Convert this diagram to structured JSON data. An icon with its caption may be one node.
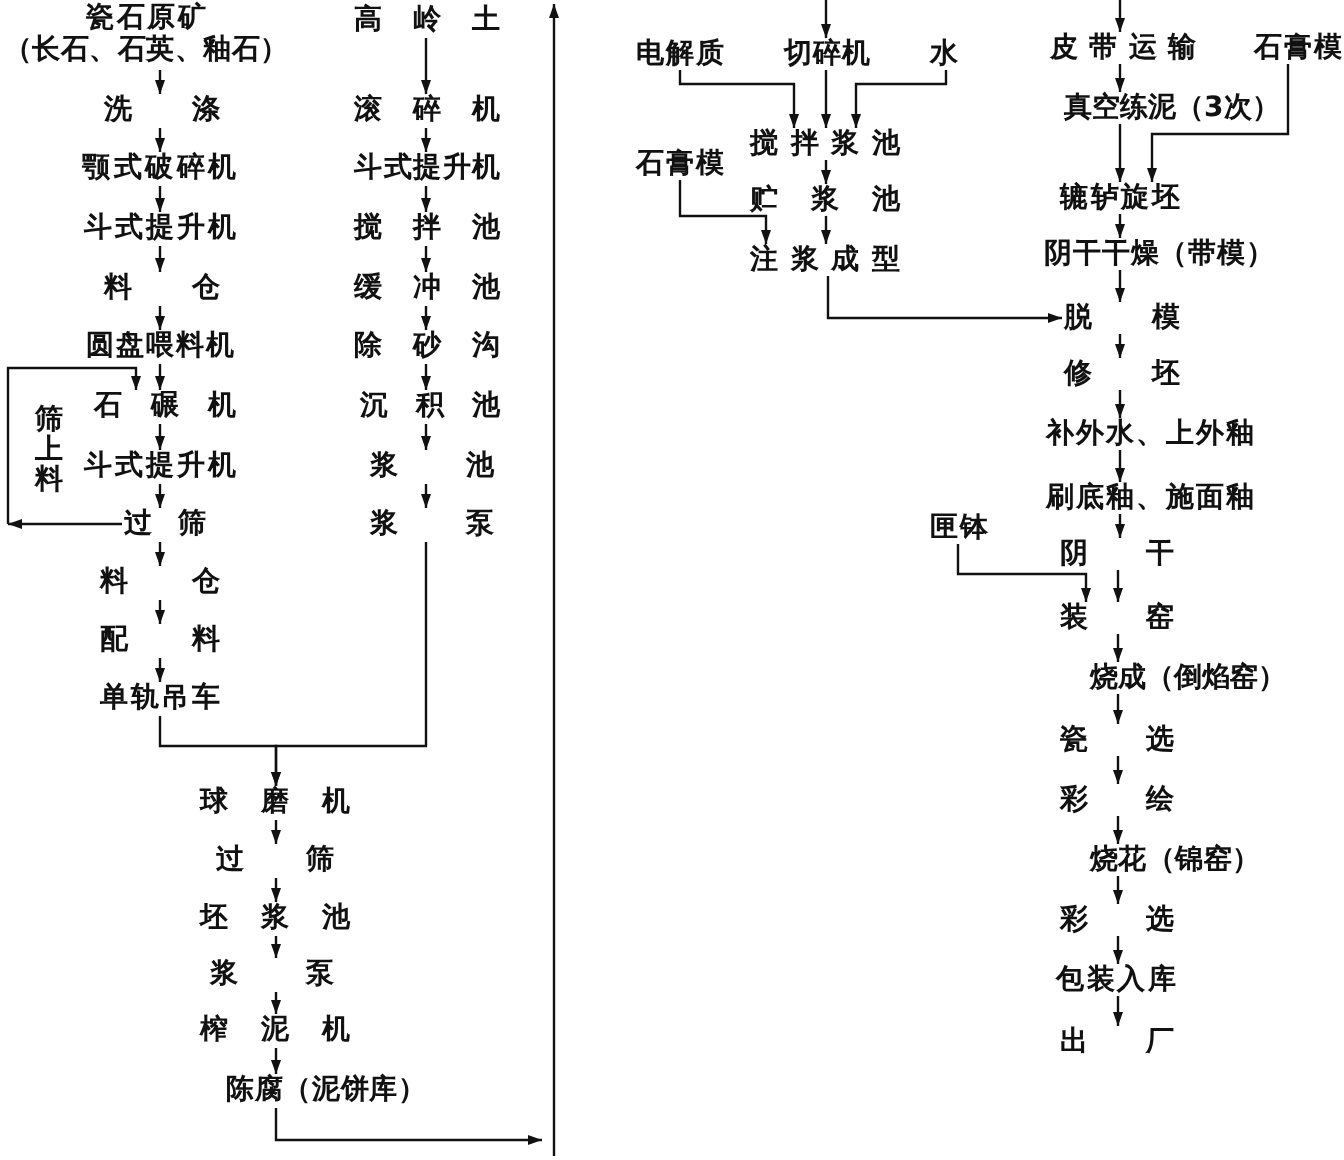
{
  "diagram": {
    "nodes": [
      {
        "text": [
          "瓷石原矿",
          "（长石、石英、釉石）"
        ]
      },
      {
        "text": [
          "洗涤"
        ]
      },
      {
        "text": [
          "颚式破碎机"
        ]
      },
      {
        "text": [
          "斗式提升机"
        ]
      },
      {
        "text": [
          "料仓"
        ]
      },
      {
        "text": [
          "圆盘喂料机"
        ]
      },
      {
        "text": [
          "石碾机"
        ]
      },
      {
        "text": [
          "斗式提升机"
        ]
      },
      {
        "text": [
          "过筛"
        ]
      },
      {
        "text": [
          "料仓"
        ]
      },
      {
        "text": [
          "配料"
        ]
      },
      {
        "text": [
          "单轨吊车"
        ]
      },
      {
        "text": [
          "高岭土"
        ]
      },
      {
        "text": [
          "滚碎机"
        ]
      },
      {
        "text": [
          "斗式提升机"
        ]
      },
      {
        "text": [
          "搅拌池"
        ]
      },
      {
        "text": [
          "缓冲池"
        ]
      },
      {
        "text": [
          "除砂沟"
        ]
      },
      {
        "text": [
          "沉积池"
        ]
      },
      {
        "text": [
          "浆池"
        ]
      },
      {
        "text": [
          "浆泵"
        ]
      },
      {
        "text": [
          "球磨机"
        ]
      },
      {
        "text": [
          "过筛"
        ]
      },
      {
        "text": [
          "坯浆池"
        ]
      },
      {
        "text": [
          "浆泵"
        ]
      },
      {
        "text": [
          "榨泥机"
        ]
      },
      {
        "text": [
          "陈腐（泥饼库）"
        ]
      },
      {
        "text": [
          "电解质"
        ]
      },
      {
        "text": [
          "切碎机"
        ]
      },
      {
        "text": [
          "水"
        ]
      },
      {
        "text": [
          "搅拌浆池"
        ]
      },
      {
        "text": [
          "石膏模"
        ]
      },
      {
        "text": [
          "贮浆池"
        ]
      },
      {
        "text": [
          "注浆成型"
        ]
      },
      {
        "text": [
          "皮带运输"
        ]
      },
      {
        "text": [
          "石膏模"
        ]
      },
      {
        "text": [
          "真空练泥（3次）"
        ]
      },
      {
        "text": [
          "辘轳旋坯"
        ]
      },
      {
        "text": [
          "阴干干燥（带模）"
        ]
      },
      {
        "text": [
          "脱模"
        ]
      },
      {
        "text": [
          "修坯"
        ]
      },
      {
        "text": [
          "补外水、上外釉"
        ]
      },
      {
        "text": [
          "刷底釉、施面釉"
        ]
      },
      {
        "text": [
          "匣钵"
        ]
      },
      {
        "text": [
          "阴干"
        ]
      },
      {
        "text": [
          "装窑"
        ]
      },
      {
        "text": [
          "烧成（倒焰窑）"
        ]
      },
      {
        "text": [
          "瓷选"
        ]
      },
      {
        "text": [
          "彩绘"
        ]
      },
      {
        "text": [
          "烧花（锦窑）"
        ]
      },
      {
        "text": [
          "彩选"
        ]
      },
      {
        "text": [
          "包装入库"
        ]
      },
      {
        "text": [
          "出厂"
        ]
      }
    ],
    "edges": [
      {
        "from": 0,
        "to": 1,
        "arrow": "to"
      },
      {
        "from": 1,
        "to": 2,
        "arrow": "to"
      },
      {
        "from": 2,
        "to": 3,
        "arrow": "to"
      },
      {
        "from": 3,
        "to": 4,
        "arrow": "to"
      },
      {
        "from": 4,
        "to": 5,
        "arrow": "to"
      },
      {
        "from": 5,
        "to": 6,
        "arrow": "to"
      },
      {
        "from": 8,
        "to": 6,
        "arrow": "to",
        "label": "筛上料"
      },
      {
        "from": 6,
        "to": 7,
        "arrow": "to"
      },
      {
        "from": 7,
        "to": 8,
        "arrow": "to"
      },
      {
        "from": 8,
        "to": 9,
        "arrow": "to"
      },
      {
        "from": 9,
        "to": 10,
        "arrow": "to"
      },
      {
        "from": 10,
        "to": 11,
        "arrow": "to"
      },
      {
        "from": 12,
        "to": 13,
        "arrow": "to"
      },
      {
        "from": 13,
        "to": 14,
        "arrow": "to"
      },
      {
        "from": 14,
        "to": 15,
        "arrow": "to"
      },
      {
        "from": 15,
        "to": 16,
        "arrow": "to"
      },
      {
        "from": 16,
        "to": 17,
        "arrow": "to"
      },
      {
        "from": 17,
        "to": 18,
        "arrow": "to"
      },
      {
        "from": 18,
        "to": 19,
        "arrow": "to"
      },
      {
        "from": 19,
        "to": 20,
        "arrow": "to"
      },
      {
        "from": 11,
        "to": 21,
        "arrow": "to"
      },
      {
        "from": 20,
        "to": 21,
        "arrow": "to"
      },
      {
        "from": 21,
        "to": 22,
        "arrow": "to"
      },
      {
        "from": 22,
        "to": 23,
        "arrow": "to"
      },
      {
        "from": 23,
        "to": 24,
        "arrow": "to"
      },
      {
        "from": 24,
        "to": 25,
        "arrow": "to"
      },
      {
        "from": 25,
        "to": 26,
        "arrow": "to"
      },
      {
        "from": 26,
        "to": null,
        "arrow": "to"
      },
      {
        "from": null,
        "to": 28,
        "arrow": "to"
      },
      {
        "from": 27,
        "to": 30,
        "arrow": "to"
      },
      {
        "from": 28,
        "to": 30,
        "arrow": "to"
      },
      {
        "from": 29,
        "to": 30,
        "arrow": "to"
      },
      {
        "from": 30,
        "to": 32,
        "arrow": "to"
      },
      {
        "from": 31,
        "to": 33,
        "arrow": "to"
      },
      {
        "from": 32,
        "to": 33,
        "arrow": "to"
      },
      {
        "from": 33,
        "to": 39,
        "arrow": "to"
      },
      {
        "from": null,
        "to": 34,
        "arrow": "to"
      },
      {
        "from": 34,
        "to": 36,
        "arrow": "to"
      },
      {
        "from": 36,
        "to": 37,
        "arrow": "to"
      },
      {
        "from": 35,
        "to": 37,
        "arrow": "to"
      },
      {
        "from": 37,
        "to": 38,
        "arrow": "to"
      },
      {
        "from": 38,
        "to": 39,
        "arrow": "to"
      },
      {
        "from": 39,
        "to": 40,
        "arrow": "to"
      },
      {
        "from": 40,
        "to": 41,
        "arrow": "to"
      },
      {
        "from": 41,
        "to": 42,
        "arrow": "to"
      },
      {
        "from": 42,
        "to": 44,
        "arrow": "to"
      },
      {
        "from": 43,
        "to": 45,
        "arrow": "to"
      },
      {
        "from": 44,
        "to": 45,
        "arrow": "to"
      },
      {
        "from": 45,
        "to": 46,
        "arrow": "to"
      },
      {
        "from": 46,
        "to": 47,
        "arrow": "to"
      },
      {
        "from": 47,
        "to": 48,
        "arrow": "to"
      },
      {
        "from": 48,
        "to": 49,
        "arrow": "to"
      },
      {
        "from": 49,
        "to": 50,
        "arrow": "to"
      },
      {
        "from": 50,
        "to": 51,
        "arrow": "to"
      },
      {
        "from": 51,
        "to": 52,
        "arrow": "to"
      }
    ]
  }
}
